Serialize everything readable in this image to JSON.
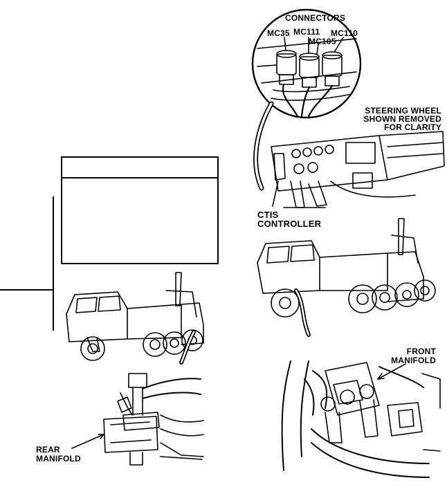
{
  "labels": {
    "connectors": "CONNECTORS",
    "mc35": "MC35",
    "mc111": "MC111",
    "mc110": "MC110",
    "mc105": "MC105",
    "steering_line1": "STEERING WHEEL",
    "steering_line2": "SHOWN REMOVED",
    "steering_line3": "FOR CLARITY",
    "ctis_line1": "CTIS",
    "ctis_line2": "CONTROLLER",
    "front_line1": "FRONT",
    "front_line2": "MANIFOLD",
    "rear_line1": "REAR",
    "rear_line2": "MANIFOLD"
  },
  "colors": {
    "ink": "#000000",
    "paper": "#ffffff",
    "fill": "#e8e8e8"
  }
}
